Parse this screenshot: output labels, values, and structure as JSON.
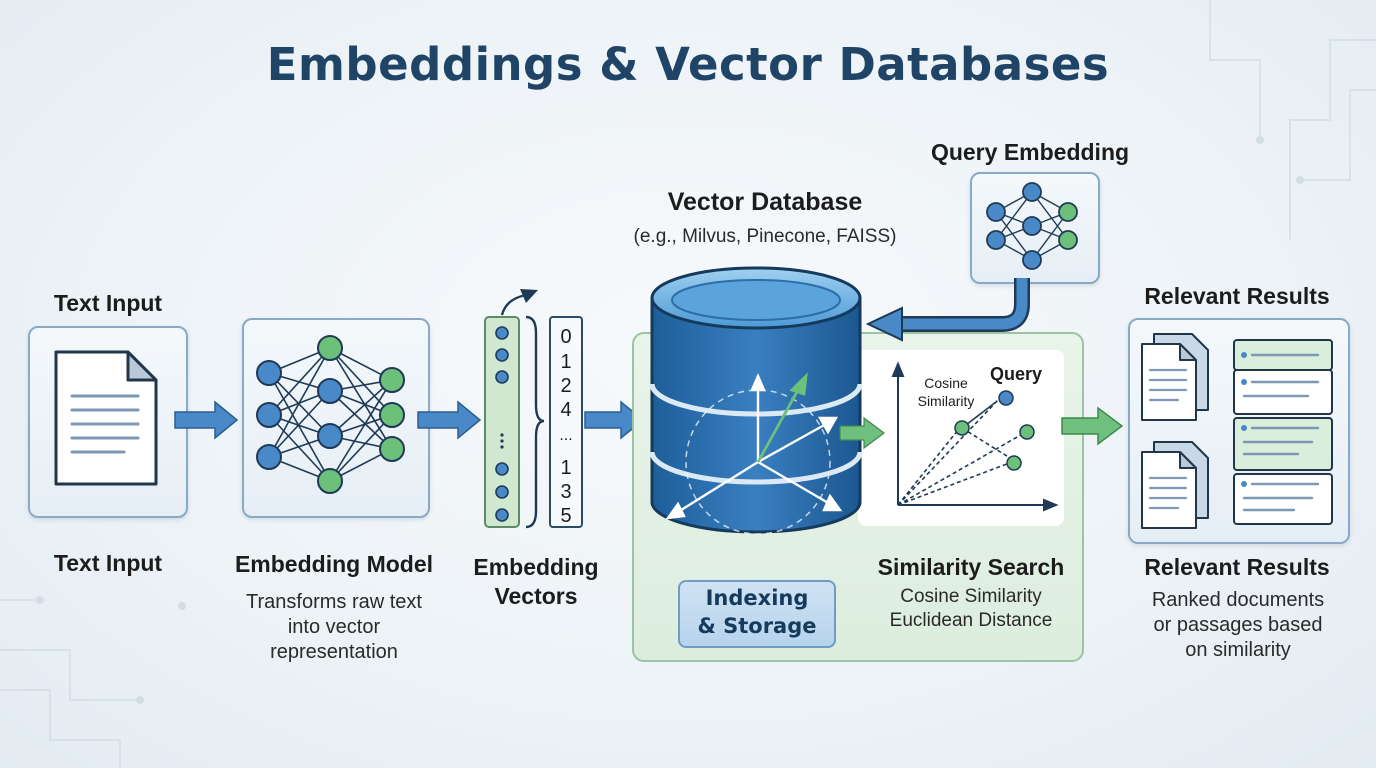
{
  "title": "Embeddings & Vector Databases",
  "text_input": {
    "top_label": "Text Input",
    "bottom_label": "Text Input"
  },
  "embedding_model": {
    "label": "Embedding Model",
    "description_lines": [
      "Transforms raw text",
      "into vector",
      "representation"
    ]
  },
  "embedding_vectors": {
    "label_lines": [
      "Embedding",
      "Vectors"
    ],
    "values": [
      "0",
      "1",
      "2",
      "4",
      "...",
      "1",
      "3",
      "5"
    ]
  },
  "vector_database": {
    "label": "Vector Database",
    "examples": "(e.g., Milvus, Pinecone, FAISS)",
    "indexing_lines": [
      "Indexing",
      "& Storage"
    ]
  },
  "query_embedding": {
    "label": "Query Embedding"
  },
  "similarity_search": {
    "label": "Similarity Search",
    "methods": [
      "Cosine Similarity",
      "Euclidean Distance"
    ],
    "chart_cosine_lines": [
      "Cosine",
      "Similarity"
    ],
    "chart_query": "Query"
  },
  "relevant_results": {
    "top_label": "Relevant Results",
    "bottom_label": "Relevant Results",
    "description_lines": [
      "Ranked documents",
      "or passages based",
      "on similarity"
    ]
  },
  "colors": {
    "title": "#1f4466",
    "blue_accent": "#3a7fc1",
    "green_accent": "#6cc07a",
    "arrow_blue": "#4a89c8",
    "arrow_green": "#6fbf7e"
  }
}
